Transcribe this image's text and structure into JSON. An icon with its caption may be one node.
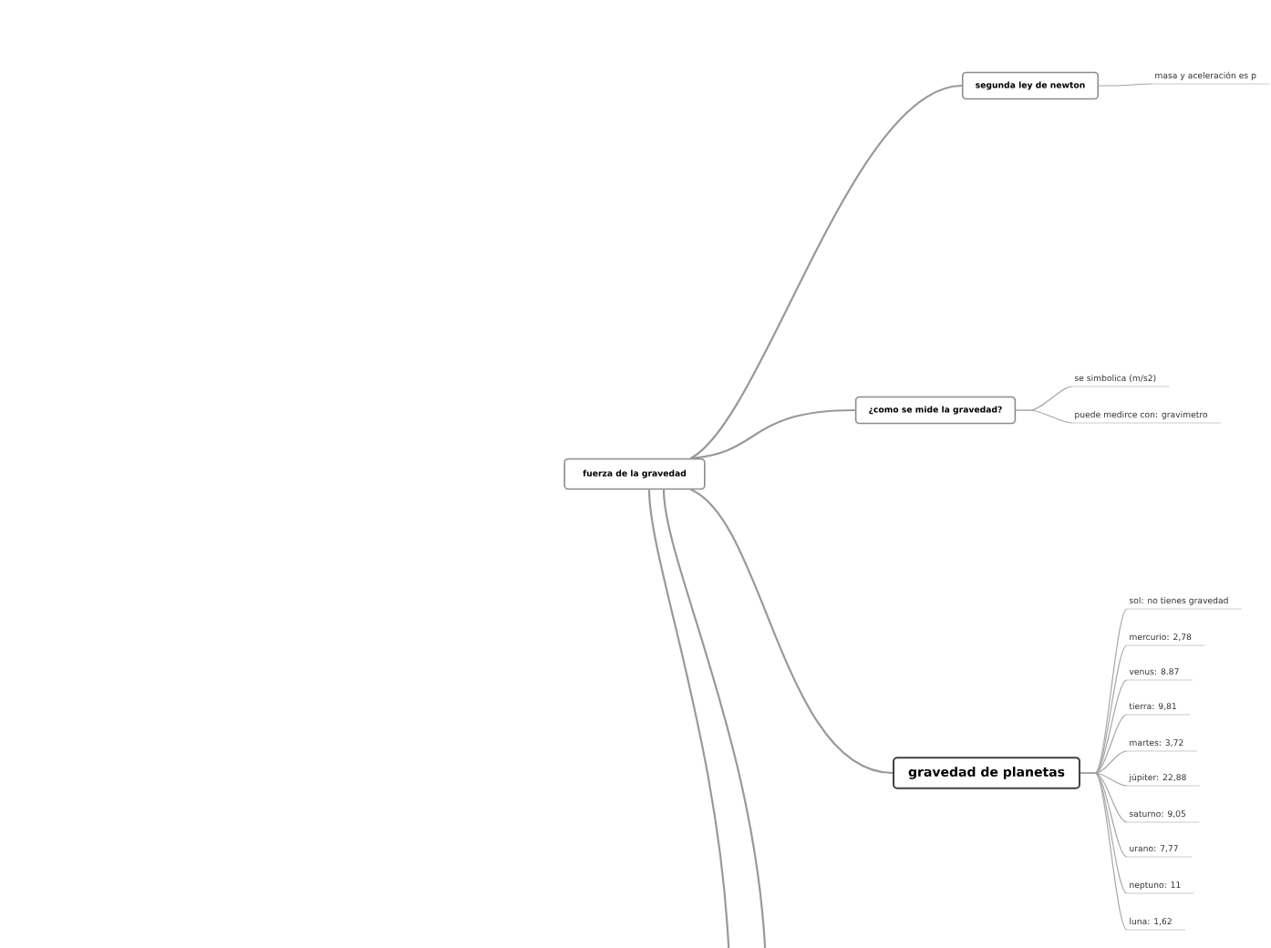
{
  "diagram": {
    "nodes": [
      {
        "text": [
          "fuerza de la gravedad"
        ]
      },
      {
        "text": [
          "segunda ley de newton"
        ]
      },
      {
        "text": [
          "masa y aceleración es p"
        ]
      },
      {
        "text": [
          "¿como se mide la gravedad?"
        ]
      },
      {
        "text": [
          "se simbolica (m/s2)"
        ]
      },
      {
        "text": [
          "puede medirce con: gravimetro"
        ]
      },
      {
        "text": [
          "gravedad de planetas"
        ]
      },
      {
        "text": [
          "sol: no tienes gravedad"
        ]
      },
      {
        "text": [
          "mercurio: 2,78"
        ]
      },
      {
        "text": [
          "venus: 8.87"
        ]
      },
      {
        "text": [
          "tierra: 9,81"
        ]
      },
      {
        "text": [
          "martes: 3,72"
        ]
      },
      {
        "text": [
          "júpiter: 22,88"
        ]
      },
      {
        "text": [
          "saturno: 9,05"
        ]
      },
      {
        "text": [
          "urano: 7,77"
        ]
      },
      {
        "text": [
          "neptuno: 11"
        ]
      },
      {
        "text": [
          "luna: 1,62"
        ]
      }
    ],
    "edges": [
      {
        "from": 0,
        "to": 1,
        "arrow": "none"
      },
      {
        "from": 1,
        "to": 2,
        "arrow": "none"
      },
      {
        "from": 0,
        "to": 3,
        "arrow": "none"
      },
      {
        "from": 3,
        "to": 4,
        "arrow": "none"
      },
      {
        "from": 3,
        "to": 5,
        "arrow": "none"
      },
      {
        "from": 0,
        "to": 6,
        "arrow": "none"
      },
      {
        "from": 6,
        "to": 7,
        "arrow": "none"
      },
      {
        "from": 6,
        "to": 8,
        "arrow": "none"
      },
      {
        "from": 6,
        "to": 9,
        "arrow": "none"
      },
      {
        "from": 6,
        "to": 10,
        "arrow": "none"
      },
      {
        "from": 6,
        "to": 11,
        "arrow": "none"
      },
      {
        "from": 6,
        "to": 12,
        "arrow": "none"
      },
      {
        "from": 6,
        "to": 13,
        "arrow": "none"
      },
      {
        "from": 6,
        "to": 14,
        "arrow": "none"
      },
      {
        "from": 6,
        "to": 15,
        "arrow": "none"
      },
      {
        "from": 6,
        "to": 16,
        "arrow": "none"
      },
      {
        "from": 0,
        "to": null,
        "arrow": "none"
      },
      {
        "from": 0,
        "to": null,
        "arrow": "none"
      }
    ]
  }
}
